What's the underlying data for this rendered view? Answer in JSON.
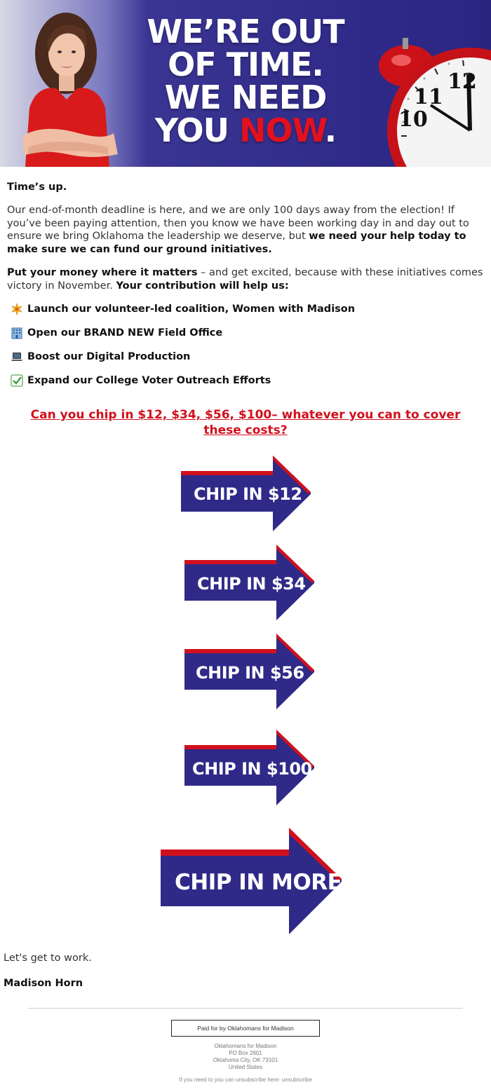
{
  "hero": {
    "line1": "WE’RE OUT",
    "line2": "OF TIME.",
    "line3": "WE NEED",
    "line4_a": "YOU ",
    "line4_b": "NOW",
    "line4_c": ".",
    "clock_11": "11",
    "clock_12": "12",
    "clock_10": "10"
  },
  "intro": {
    "heading": "Time’s up.",
    "para1_normal": "Our end-of-month deadline is here, and we are only 100 days away from the election!  If you’ve been paying attention, then you know we have been working day in and day out to ensure we bring Oklahoma the leadership we deserve, but ",
    "para1_bold": "we need your help today to make sure we can fund our ground initiatives.",
    "para2_bold_a": "Put your money where it matters",
    "para2_normal": " – and get excited, because with these initiatives comes victory in November. ",
    "para2_bold_b": "Your contribution will help us:"
  },
  "initiatives": [
    {
      "icon": "sparkle-icon",
      "text": "Launch our volunteer-led coalition, Women with Madison"
    },
    {
      "icon": "office-building-icon",
      "text": "Open our BRAND NEW Field Office"
    },
    {
      "icon": "laptop-icon",
      "text": "Boost our Digital Production"
    },
    {
      "icon": "checkmark-icon",
      "text": "Expand our College Voter Outreach Efforts"
    }
  ],
  "ask": "Can you chip in $12, $34, $56, $100– whatever you can to cover these costs?",
  "buttons": {
    "b12": "CHIP IN $12",
    "b34": "CHIP IN $34",
    "b56": "CHIP IN $56",
    "b100": "CHIP IN $100",
    "more": "CHIP IN MORE"
  },
  "signoff": {
    "line": "Let's get to work.",
    "name": "Madison Horn"
  },
  "footer": {
    "paid_for": "Paid for by Oklahomans for Madison",
    "org": "Oklahomans for Madison",
    "po_box": "PO Box 2601",
    "city": "Oklahoma City, OK 73101",
    "country": "United States",
    "unsub_text": "If you need to you can unsubscribe here: ",
    "unsub_link": "unsubscribe"
  },
  "colors": {
    "brand_navy": "#2f2a88",
    "brand_red": "#d0101c"
  }
}
